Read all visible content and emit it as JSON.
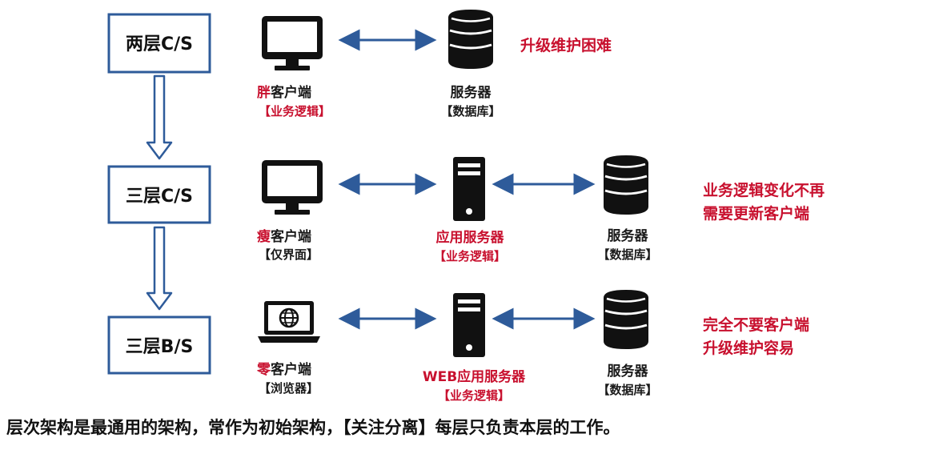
{
  "tiers": [
    {
      "box_label": "两层C/S",
      "client": {
        "prefix": "胖",
        "suffix": "客户端",
        "sub": "【业务逻辑】",
        "sub_red": true
      },
      "server": {
        "label": "服务器",
        "sub": "【数据库】"
      },
      "note": [
        "升级维护困难"
      ]
    },
    {
      "box_label": "三层C/S",
      "client": {
        "prefix": "瘦",
        "suffix": "客户端",
        "sub": "【仅界面】",
        "sub_red": false
      },
      "app_server": {
        "label": "应用服务器",
        "sub": "【业务逻辑】"
      },
      "server": {
        "label": "服务器",
        "sub": "【数据库】"
      },
      "note": [
        "业务逻辑变化不再",
        "需要更新客户端"
      ]
    },
    {
      "box_label": "三层B/S",
      "client": {
        "prefix": "零",
        "suffix": "客户端",
        "sub": "【浏览器】",
        "sub_red": false
      },
      "app_server": {
        "label": "WEB应用服务器",
        "sub": "【业务逻辑】"
      },
      "server": {
        "label": "服务器",
        "sub": "【数据库】"
      },
      "note": [
        "完全不要客户端",
        "升级维护容易"
      ]
    }
  ],
  "icons": {
    "client_thick": "monitor-icon",
    "client_thin": "monitor-icon",
    "client_browser": "laptop-globe-icon",
    "app_server": "tower-server-icon",
    "db_server": "database-icon",
    "connector": "double-arrow-icon",
    "transition": "down-arrow-icon"
  },
  "colors": {
    "box_border": "#2e5b9a",
    "arrow": "#2e5b9a",
    "accent_red": "#c8102e",
    "icon": "#111111"
  },
  "caption": "层次架构是最通用的架构，常作为初始架构，【关注分离】每层只负责本层的工作。"
}
